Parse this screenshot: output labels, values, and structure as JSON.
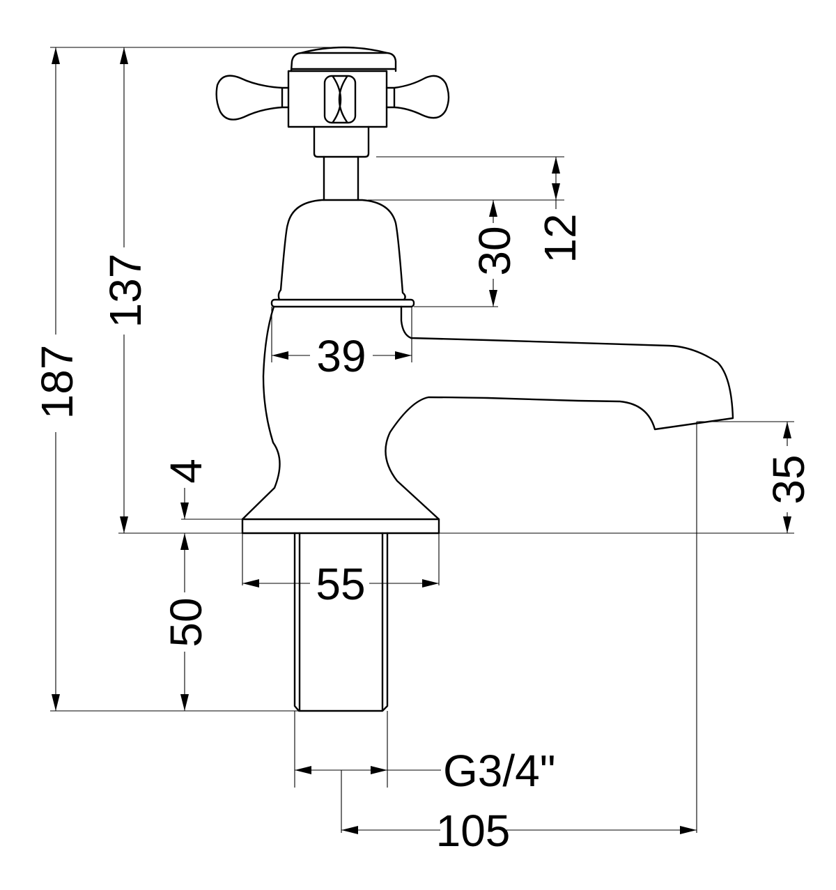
{
  "drawing": {
    "subject": "Basin tap with cross-head handle, side elevation",
    "units": "mm",
    "line_color": "#000000",
    "background_color": "#ffffff"
  },
  "dimensions": {
    "overall_height": "187",
    "height_to_handle_top": "137",
    "handle_stem": "12",
    "bell_body_height": "30",
    "body_width": "39",
    "base_thickness": "4",
    "base_width": "55",
    "spout_height": "35",
    "tail_length": "50",
    "thread": "G3/4\"",
    "spout_reach": "105"
  }
}
